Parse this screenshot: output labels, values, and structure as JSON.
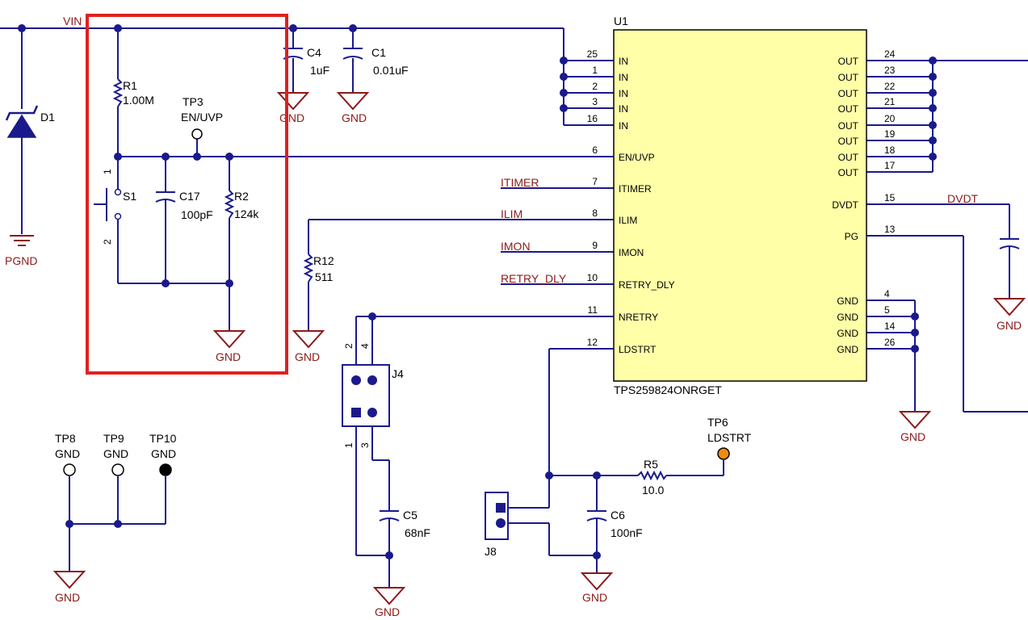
{
  "ic": {
    "ref": "U1",
    "part": "TPS259824ONRGET",
    "left_pins": [
      {
        "num": "25",
        "name": "IN"
      },
      {
        "num": "1",
        "name": "IN"
      },
      {
        "num": "2",
        "name": "IN"
      },
      {
        "num": "3",
        "name": "IN"
      },
      {
        "num": "16",
        "name": "IN"
      },
      {
        "num": "6",
        "name": "EN/UVP"
      },
      {
        "num": "7",
        "name": "ITIMER"
      },
      {
        "num": "8",
        "name": "ILIM"
      },
      {
        "num": "9",
        "name": "IMON"
      },
      {
        "num": "10",
        "name": "RETRY_DLY"
      },
      {
        "num": "11",
        "name": "NRETRY"
      },
      {
        "num": "12",
        "name": "LDSTRT"
      }
    ],
    "right_pins": [
      {
        "num": "24",
        "name": "OUT"
      },
      {
        "num": "23",
        "name": "OUT"
      },
      {
        "num": "22",
        "name": "OUT"
      },
      {
        "num": "21",
        "name": "OUT"
      },
      {
        "num": "20",
        "name": "OUT"
      },
      {
        "num": "19",
        "name": "OUT"
      },
      {
        "num": "18",
        "name": "OUT"
      },
      {
        "num": "17",
        "name": "OUT"
      },
      {
        "num": "15",
        "name": "DVDT"
      },
      {
        "num": "13",
        "name": "PG"
      },
      {
        "num": "4",
        "name": "GND"
      },
      {
        "num": "5",
        "name": "GND"
      },
      {
        "num": "14",
        "name": "GND"
      },
      {
        "num": "26",
        "name": "GND"
      }
    ]
  },
  "nets": {
    "vin": "VIN",
    "itimer": "ITIMER",
    "ilim": "ILIM",
    "imon": "IMON",
    "retry_dly": "RETRY_DLY",
    "dvdt": "DVDT",
    "pgnd": "PGND",
    "gnd": "GND"
  },
  "components": {
    "d1": {
      "ref": "D1"
    },
    "r1": {
      "ref": "R1",
      "value": "1.00M"
    },
    "tp3": {
      "ref": "TP3",
      "label": "EN/UVP"
    },
    "s1": {
      "ref": "S1",
      "pin1": "1",
      "pin2": "2"
    },
    "c17": {
      "ref": "C17",
      "value": "100pF"
    },
    "r2": {
      "ref": "R2",
      "value": "124k"
    },
    "c4": {
      "ref": "C4",
      "value": "1uF"
    },
    "c1": {
      "ref": "C1",
      "value": "0.01uF"
    },
    "r12": {
      "ref": "R12",
      "value": "511"
    },
    "j4": {
      "ref": "J4",
      "pins": [
        "2",
        "4",
        "1",
        "3"
      ]
    },
    "c5": {
      "ref": "C5",
      "value": "68nF"
    },
    "tp6": {
      "ref": "TP6",
      "label": "LDSTRT"
    },
    "r5": {
      "ref": "R5",
      "value": "10.0"
    },
    "c6": {
      "ref": "C6",
      "value": "100nF"
    },
    "j8": {
      "ref": "J8"
    },
    "tp8": {
      "ref": "TP8",
      "label": "GND"
    },
    "tp9": {
      "ref": "TP9",
      "label": "GND"
    },
    "tp10": {
      "ref": "TP10",
      "label": "GND"
    }
  },
  "highlight_color": "#e02020"
}
